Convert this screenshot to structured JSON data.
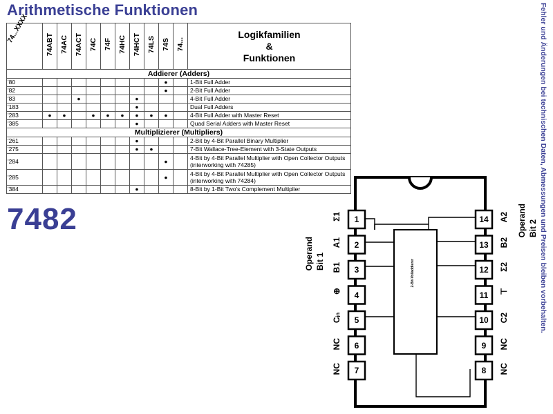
{
  "title": "Arithmetische Funktionen",
  "side_note": "Fehler und Änderungen bei technischen Daten, Abmessungen und Preisen bleiben vorbehalten.",
  "table": {
    "corner_label": "74...XXXX",
    "families": [
      "74ABT",
      "74AC",
      "74ACT",
      "74C",
      "74F",
      "74HC",
      "74HCT",
      "74LS",
      "74S",
      "74..."
    ],
    "function_header": [
      "Logikfamilien",
      "&",
      "Funktionen"
    ],
    "sections": [
      {
        "title": "Addierer (Adders)",
        "rows": [
          {
            "code": "'80",
            "marks": [
              0,
              0,
              0,
              0,
              0,
              0,
              0,
              0,
              1,
              0
            ],
            "desc": "1-Bit Full Adder"
          },
          {
            "code": "'82",
            "marks": [
              0,
              0,
              0,
              0,
              0,
              0,
              0,
              0,
              1,
              0
            ],
            "desc": "2-Bit Full Adder"
          },
          {
            "code": "'83",
            "marks": [
              0,
              0,
              1,
              0,
              0,
              0,
              1,
              0,
              0,
              0
            ],
            "desc": "4-Bit Full Adder"
          },
          {
            "code": "'183",
            "marks": [
              0,
              0,
              0,
              0,
              0,
              0,
              1,
              0,
              0,
              0
            ],
            "desc": "Dual Full Adders"
          },
          {
            "code": "'283",
            "marks": [
              1,
              1,
              0,
              1,
              1,
              1,
              1,
              1,
              1,
              0
            ],
            "desc": "4-Bit Full Adder with Master Reset"
          },
          {
            "code": "'385",
            "marks": [
              0,
              0,
              0,
              0,
              0,
              0,
              1,
              0,
              0,
              0
            ],
            "desc": "Quad Serial Adders with Master Reset"
          }
        ]
      },
      {
        "title": "Multiplizierer (Multipliers)",
        "rows": [
          {
            "code": "'261",
            "marks": [
              0,
              0,
              0,
              0,
              0,
              0,
              1,
              0,
              0,
              0
            ],
            "desc": "2-Bit by 4-Bit Parallel Binary Multiplier"
          },
          {
            "code": "'275",
            "marks": [
              0,
              0,
              0,
              0,
              0,
              0,
              1,
              1,
              0,
              0
            ],
            "desc": "7-Bit Wallace-Tree-Element with 3-State Outputs"
          },
          {
            "code": "'284",
            "marks": [
              0,
              0,
              0,
              0,
              0,
              0,
              0,
              0,
              1,
              0
            ],
            "desc": "4-Bit by 4-Bit Parallel Multiplier with Open Collector Outputs (interworking with 74285)",
            "tall": true
          },
          {
            "code": "'285",
            "marks": [
              0,
              0,
              0,
              0,
              0,
              0,
              0,
              0,
              1,
              0
            ],
            "desc": "4-Bit by 4-Bit Parallel Multiplier with Open Collector Outputs (interworking with 74284)",
            "tall": true
          },
          {
            "code": "'384",
            "marks": [
              0,
              0,
              0,
              0,
              0,
              0,
              1,
              0,
              0,
              0
            ],
            "desc": "8-Bit by 1-Bit Two's Complement Multiplier"
          }
        ]
      }
    ],
    "mark_symbol": "●"
  },
  "part_number": "7482",
  "chip": {
    "inner_label": "2-Bit-Volladdierer",
    "left_pins": [
      {
        "num": "1",
        "label": "Σ1"
      },
      {
        "num": "2",
        "label": "A1"
      },
      {
        "num": "3",
        "label": "B1"
      },
      {
        "num": "4",
        "label": "⊕"
      },
      {
        "num": "5",
        "label": "Cᵢₙ"
      },
      {
        "num": "6",
        "label": "NC"
      },
      {
        "num": "7",
        "label": "NC"
      }
    ],
    "right_pins": [
      {
        "num": "14",
        "label": "A2"
      },
      {
        "num": "13",
        "label": "B2"
      },
      {
        "num": "12",
        "label": "Σ2"
      },
      {
        "num": "11",
        "label": "⊤"
      },
      {
        "num": "10",
        "label": "C2"
      },
      {
        "num": "9",
        "label": "NC"
      },
      {
        "num": "8",
        "label": "NC"
      }
    ],
    "operand1": [
      "Operand",
      "Bit 1"
    ],
    "operand2": [
      "Operand",
      "Bit 2"
    ]
  }
}
